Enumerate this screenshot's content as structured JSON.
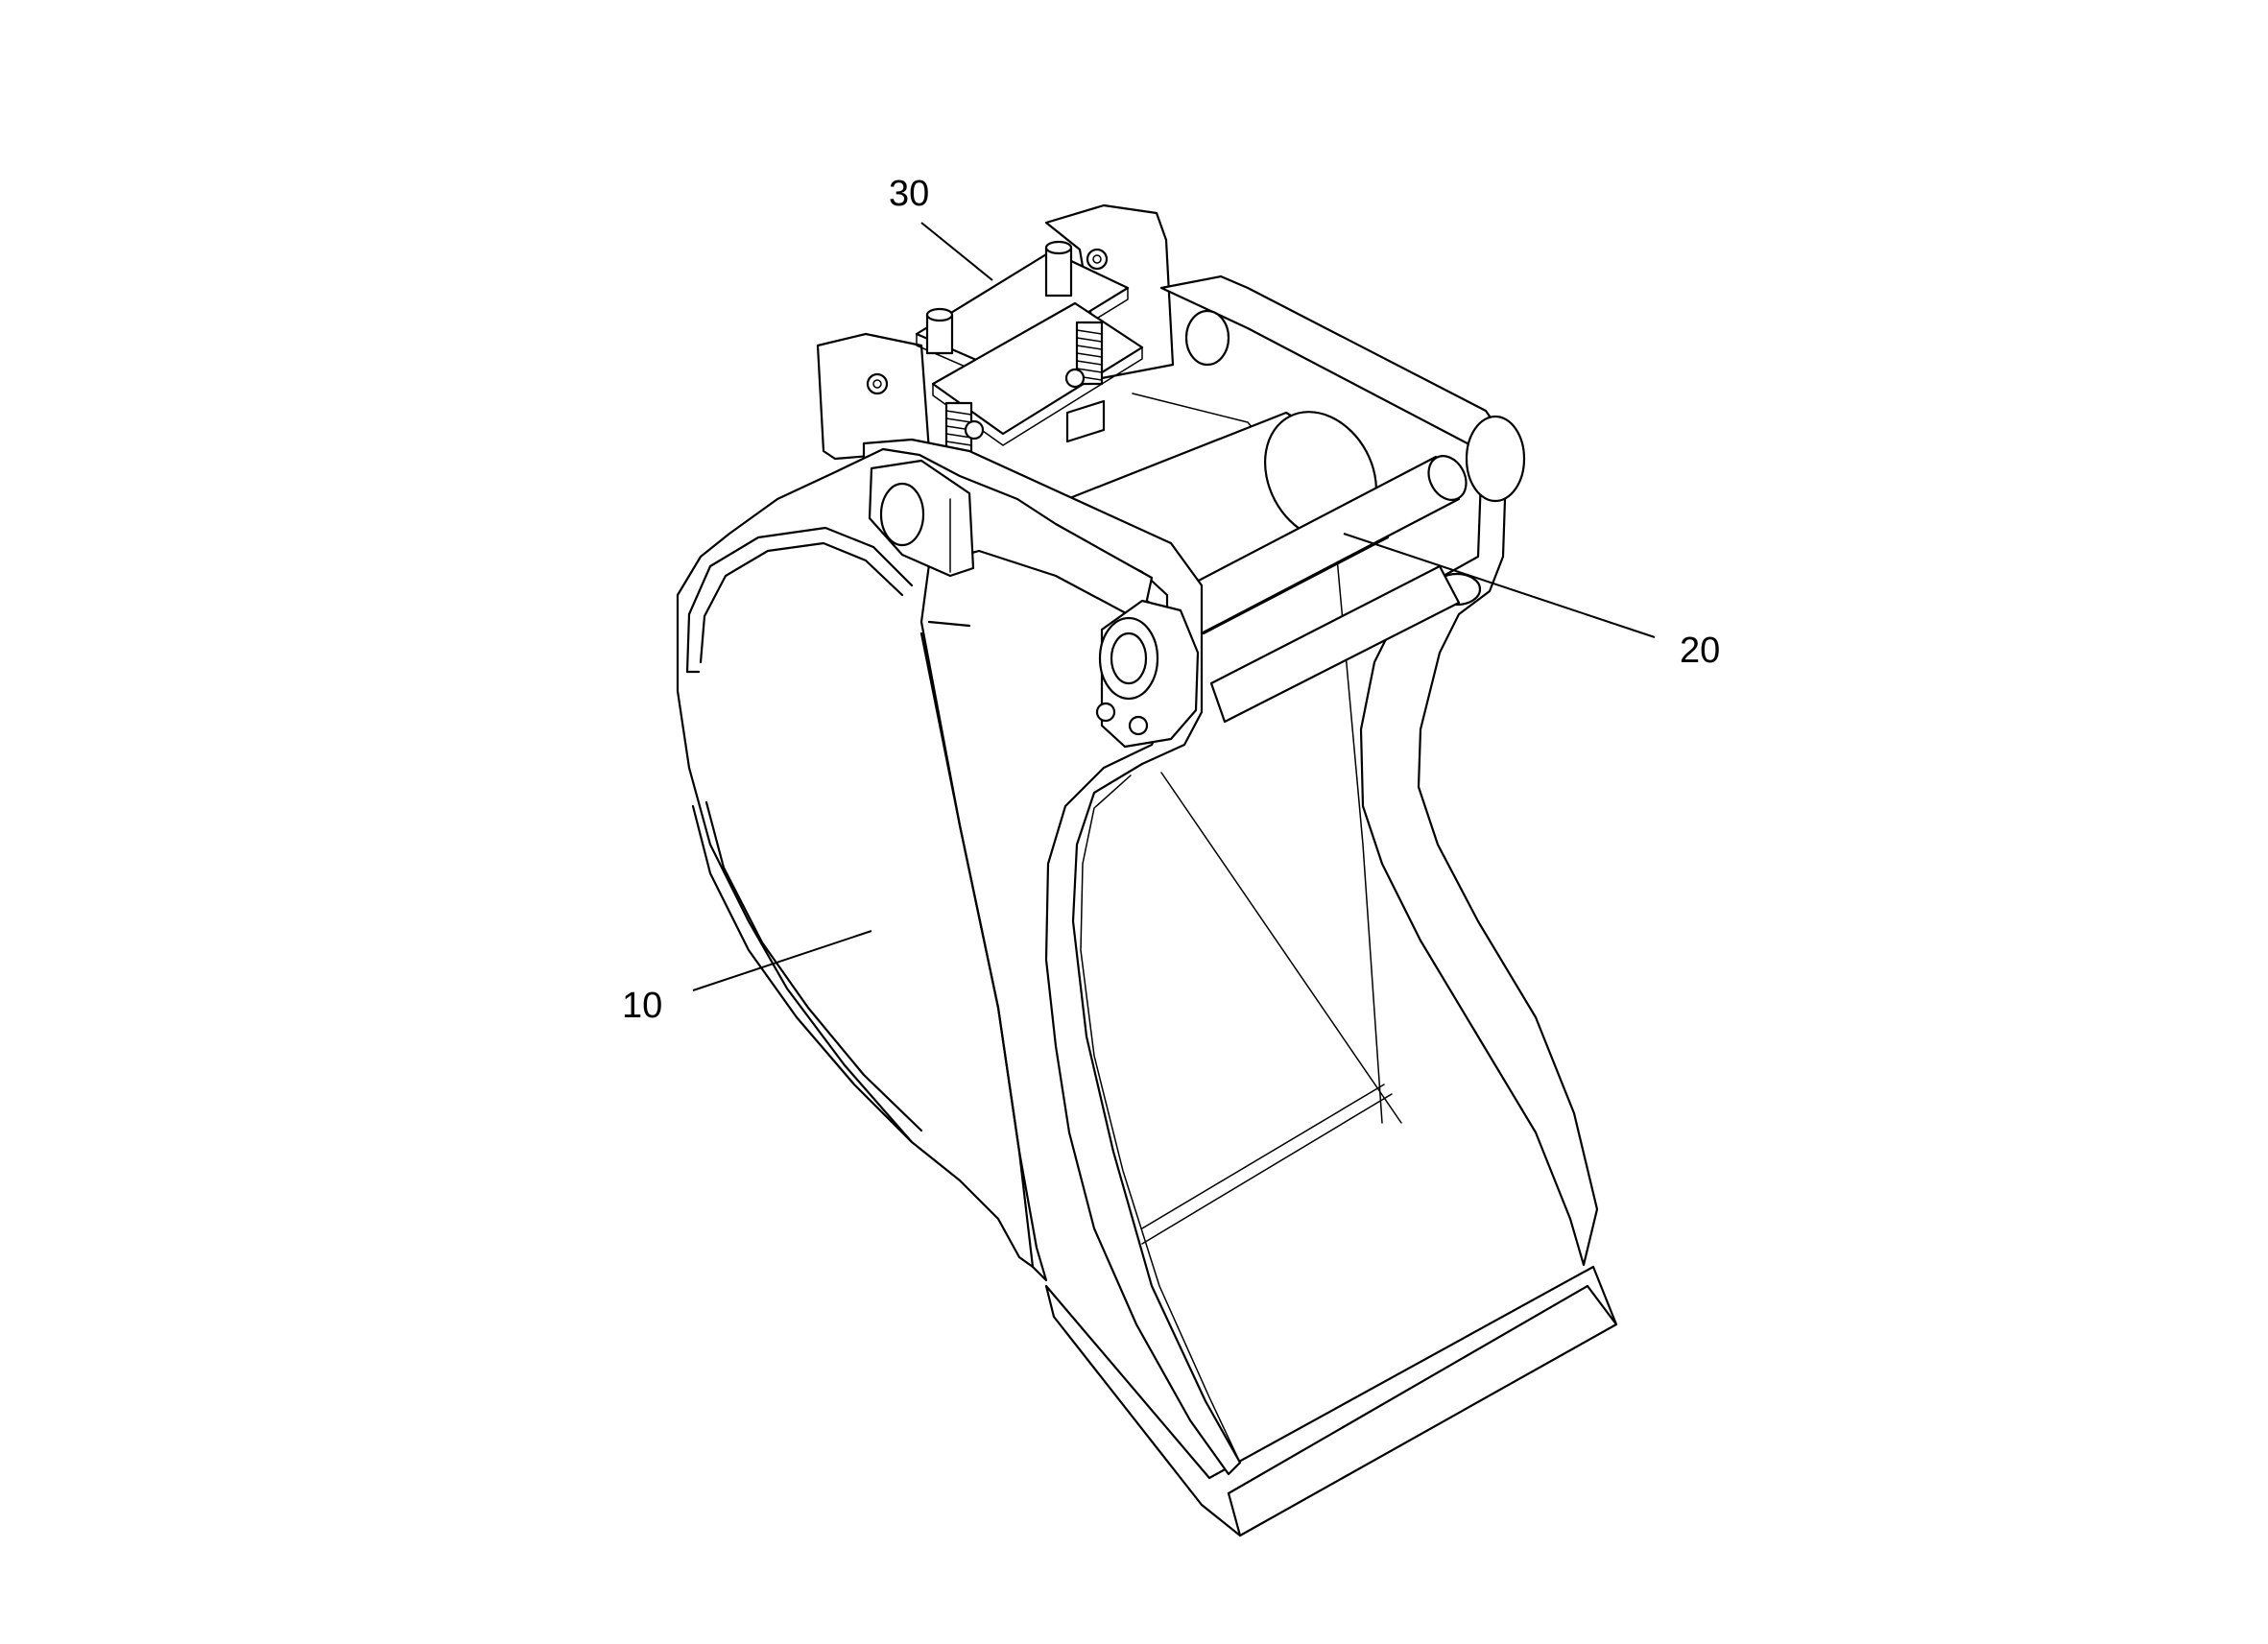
{
  "figure": {
    "labels": [
      {
        "id": "label-30",
        "text": "30"
      },
      {
        "id": "label-20",
        "text": "20"
      },
      {
        "id": "label-10",
        "text": "10"
      }
    ]
  }
}
